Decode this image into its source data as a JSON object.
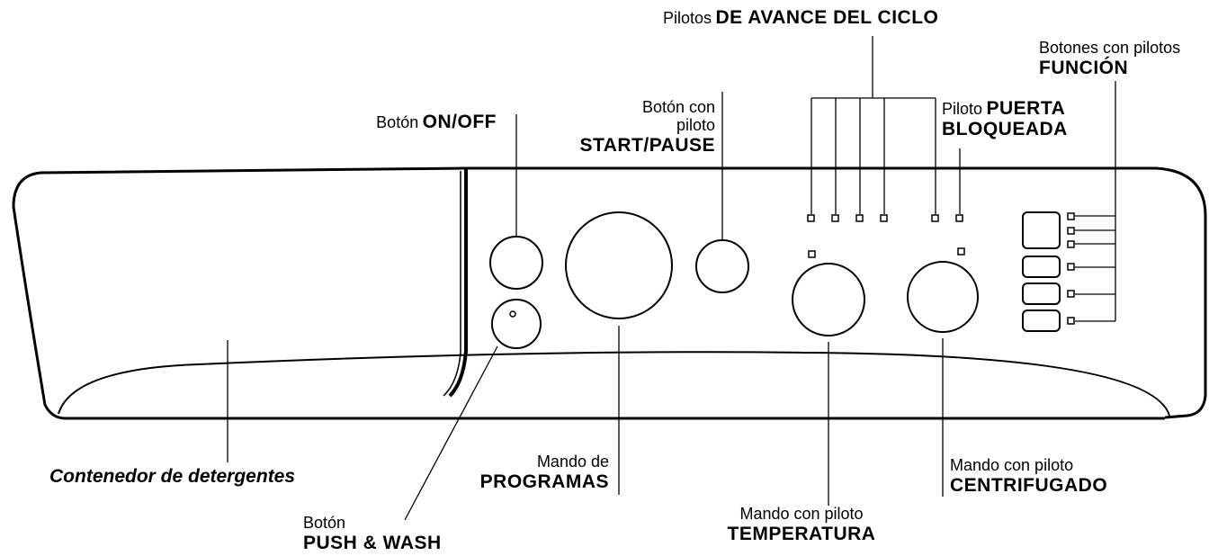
{
  "labels": {
    "on_off": {
      "prefix": "Botón",
      "bold": "ON/OFF"
    },
    "start_pause": {
      "line1": "Botón con",
      "line2": "piloto",
      "bold": "START/PAUSE"
    },
    "cycle_leds": {
      "prefix": "Pilotos",
      "bold": "DE AVANCE DEL CICLO"
    },
    "door_locked": {
      "prefix": "Piloto",
      "bold1": "PUERTA",
      "bold2": "BLOQUEADA"
    },
    "function_buttons": {
      "line1": "Botones con pilotos",
      "bold": "FUNCIÓN"
    },
    "detergent": {
      "text": "Contenedor de detergentes"
    },
    "push_wash": {
      "line1": "Botón",
      "bold": "PUSH & WASH"
    },
    "programs": {
      "line1": "Mando de",
      "bold": "PROGRAMAS"
    },
    "temperature": {
      "line1": "Mando con piloto",
      "bold": "TEMPERATURA"
    },
    "spin": {
      "line1": "Mando con piloto",
      "bold": "CENTRIFUGADO"
    }
  }
}
